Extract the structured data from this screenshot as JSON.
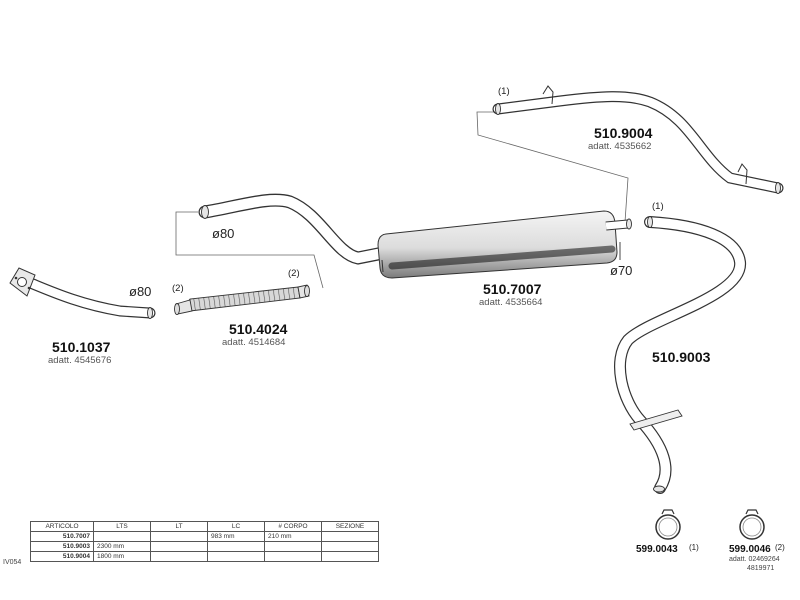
{
  "parts": {
    "p1037": {
      "code": "510.1037",
      "adatt": "adatt. 4545676"
    },
    "p4024": {
      "code": "510.4024",
      "adatt": "adatt. 4514684"
    },
    "p7007": {
      "code": "510.7007",
      "adatt": "adatt. 4535664"
    },
    "p9004": {
      "code": "510.9004",
      "adatt": "adatt. 4535662"
    },
    "p9003": {
      "code": "510.9003"
    },
    "clamp0043": {
      "code": "599.0043",
      "ref": "(1)"
    },
    "clamp0046": {
      "code": "599.0046",
      "ref": "(2)",
      "adatt": "adatt. 02469264",
      "extra": "4819971"
    }
  },
  "diameters": {
    "d80_top": "ø80",
    "d80_left": "ø80",
    "d70": "ø70"
  },
  "refs": {
    "r1": "(1)",
    "r2": "(2)"
  },
  "side_code": "IV054",
  "table": {
    "headers": [
      "ARTICOLO",
      "LTS",
      "LT",
      "LC",
      "# CORPO",
      "SEZIONE"
    ],
    "rows": [
      [
        "510.7007",
        "",
        "",
        "983 mm",
        "210 mm",
        ""
      ],
      [
        "510.9003",
        "2300 mm",
        "",
        "",
        "",
        ""
      ],
      [
        "510.9004",
        "1800 mm",
        "",
        "",
        "",
        ""
      ]
    ]
  }
}
